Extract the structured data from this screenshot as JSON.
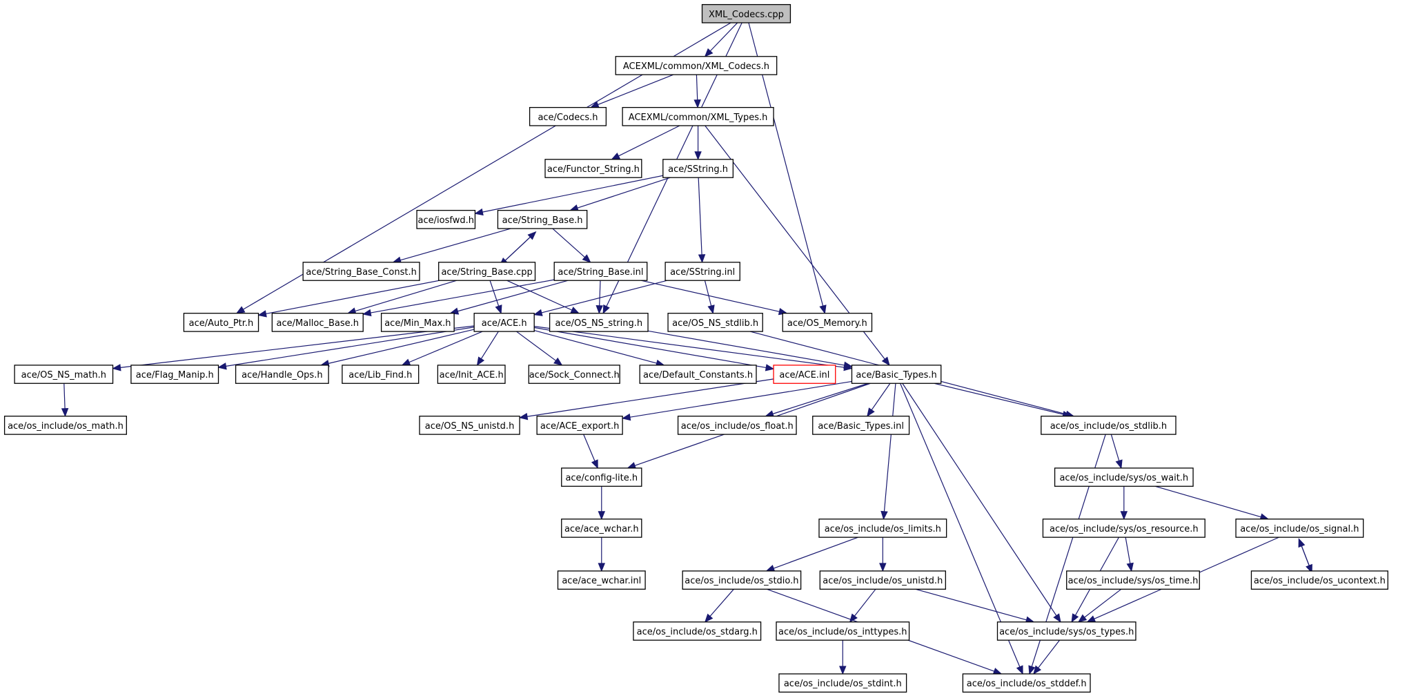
{
  "nodes": [
    {
      "id": "xml_codecs_cpp",
      "label": "XML_Codecs.cpp"
    },
    {
      "id": "acexml_xml_codecs_h",
      "label": "ACEXML/common/XML_Codecs.h"
    },
    {
      "id": "ace_codecs_h",
      "label": "ace/Codecs.h"
    },
    {
      "id": "acexml_xml_types_h",
      "label": "ACEXML/common/XML_Types.h"
    },
    {
      "id": "ace_functor_string_h",
      "label": "ace/Functor_String.h"
    },
    {
      "id": "ace_sstring_h",
      "label": "ace/SString.h"
    },
    {
      "id": "ace_iosfwd_h",
      "label": "ace/iosfwd.h"
    },
    {
      "id": "ace_string_base_h",
      "label": "ace/String_Base.h"
    },
    {
      "id": "ace_string_base_const_h",
      "label": "ace/String_Base_Const.h"
    },
    {
      "id": "ace_string_base_cpp",
      "label": "ace/String_Base.cpp"
    },
    {
      "id": "ace_string_base_inl",
      "label": "ace/String_Base.inl"
    },
    {
      "id": "ace_sstring_inl",
      "label": "ace/SString.inl"
    },
    {
      "id": "ace_auto_ptr_h",
      "label": "ace/Auto_Ptr.h"
    },
    {
      "id": "ace_malloc_base_h",
      "label": "ace/Malloc_Base.h"
    },
    {
      "id": "ace_min_max_h",
      "label": "ace/Min_Max.h"
    },
    {
      "id": "ace_ace_h",
      "label": "ace/ACE.h"
    },
    {
      "id": "ace_os_ns_string_h",
      "label": "ace/OS_NS_string.h"
    },
    {
      "id": "ace_os_ns_stdlib_h",
      "label": "ace/OS_NS_stdlib.h"
    },
    {
      "id": "ace_os_memory_h",
      "label": "ace/OS_Memory.h"
    },
    {
      "id": "ace_os_ns_math_h",
      "label": "ace/OS_NS_math.h"
    },
    {
      "id": "ace_flag_manip_h",
      "label": "ace/Flag_Manip.h"
    },
    {
      "id": "ace_handle_ops_h",
      "label": "ace/Handle_Ops.h"
    },
    {
      "id": "ace_lib_find_h",
      "label": "ace/Lib_Find.h"
    },
    {
      "id": "ace_init_ace_h",
      "label": "ace/Init_ACE.h"
    },
    {
      "id": "ace_sock_connect_h",
      "label": "ace/Sock_Connect.h"
    },
    {
      "id": "ace_default_constants_h",
      "label": "ace/Default_Constants.h"
    },
    {
      "id": "ace_ace_inl",
      "label": "ace/ACE.inl"
    },
    {
      "id": "ace_basic_types_h",
      "label": "ace/Basic_Types.h"
    },
    {
      "id": "os_math_h",
      "label": "ace/os_include/os_math.h"
    },
    {
      "id": "ace_os_ns_unistd_h",
      "label": "ace/OS_NS_unistd.h"
    },
    {
      "id": "ace_ace_export_h",
      "label": "ace/ACE_export.h"
    },
    {
      "id": "os_float_h",
      "label": "ace/os_include/os_float.h"
    },
    {
      "id": "ace_basic_types_inl",
      "label": "ace/Basic_Types.inl"
    },
    {
      "id": "os_stdlib_h",
      "label": "ace/os_include/os_stdlib.h"
    },
    {
      "id": "ace_config_lite_h",
      "label": "ace/config-lite.h"
    },
    {
      "id": "os_sys_wait_h",
      "label": "ace/os_include/sys/os_wait.h"
    },
    {
      "id": "ace_ace_wchar_h",
      "label": "ace/ace_wchar.h"
    },
    {
      "id": "os_limits_h",
      "label": "ace/os_include/os_limits.h"
    },
    {
      "id": "os_sys_resource_h",
      "label": "ace/os_include/sys/os_resource.h"
    },
    {
      "id": "os_signal_h",
      "label": "ace/os_include/os_signal.h"
    },
    {
      "id": "ace_ace_wchar_inl",
      "label": "ace/ace_wchar.inl"
    },
    {
      "id": "os_stdio_h",
      "label": "ace/os_include/os_stdio.h"
    },
    {
      "id": "os_unistd_h",
      "label": "ace/os_include/os_unistd.h"
    },
    {
      "id": "os_sys_time_h",
      "label": "ace/os_include/sys/os_time.h"
    },
    {
      "id": "os_ucontext_h",
      "label": "ace/os_include/os_ucontext.h"
    },
    {
      "id": "os_stdarg_h",
      "label": "ace/os_include/os_stdarg.h"
    },
    {
      "id": "os_inttypes_h",
      "label": "ace/os_include/os_inttypes.h"
    },
    {
      "id": "os_sys_types_h",
      "label": "ace/os_include/sys/os_types.h"
    },
    {
      "id": "os_stdint_h",
      "label": "ace/os_include/os_stdint.h"
    },
    {
      "id": "os_stddef_h",
      "label": "ace/os_include/os_stddef.h"
    }
  ],
  "edges": [
    [
      "xml_codecs_cpp",
      "acexml_xml_codecs_h"
    ],
    [
      "xml_codecs_cpp",
      "ace_auto_ptr_h"
    ],
    [
      "xml_codecs_cpp",
      "ace_os_ns_string_h"
    ],
    [
      "xml_codecs_cpp",
      "ace_os_memory_h"
    ],
    [
      "acexml_xml_codecs_h",
      "ace_codecs_h"
    ],
    [
      "acexml_xml_codecs_h",
      "acexml_xml_types_h"
    ],
    [
      "acexml_xml_types_h",
      "ace_functor_string_h"
    ],
    [
      "acexml_xml_types_h",
      "ace_sstring_h"
    ],
    [
      "acexml_xml_types_h",
      "ace_basic_types_h"
    ],
    [
      "ace_sstring_h",
      "ace_iosfwd_h"
    ],
    [
      "ace_sstring_h",
      "ace_string_base_h"
    ],
    [
      "ace_sstring_h",
      "ace_sstring_inl"
    ],
    [
      "ace_string_base_h",
      "ace_string_base_const_h"
    ],
    [
      "ace_string_base_h",
      "ace_string_base_cpp"
    ],
    [
      "ace_string_base_h",
      "ace_string_base_inl"
    ],
    [
      "ace_string_base_cpp",
      "ace_string_base_h"
    ],
    [
      "ace_string_base_cpp",
      "ace_auto_ptr_h"
    ],
    [
      "ace_string_base_cpp",
      "ace_malloc_base_h"
    ],
    [
      "ace_string_base_cpp",
      "ace_ace_h"
    ],
    [
      "ace_string_base_cpp",
      "ace_os_ns_string_h"
    ],
    [
      "ace_string_base_inl",
      "ace_malloc_base_h"
    ],
    [
      "ace_string_base_inl",
      "ace_min_max_h"
    ],
    [
      "ace_string_base_inl",
      "ace_os_ns_string_h"
    ],
    [
      "ace_string_base_inl",
      "ace_os_memory_h"
    ],
    [
      "ace_sstring_inl",
      "ace_ace_h"
    ],
    [
      "ace_sstring_inl",
      "ace_os_ns_stdlib_h"
    ],
    [
      "ace_ace_h",
      "ace_os_ns_math_h"
    ],
    [
      "ace_ace_h",
      "ace_flag_manip_h"
    ],
    [
      "ace_ace_h",
      "ace_handle_ops_h"
    ],
    [
      "ace_ace_h",
      "ace_lib_find_h"
    ],
    [
      "ace_ace_h",
      "ace_init_ace_h"
    ],
    [
      "ace_ace_h",
      "ace_sock_connect_h"
    ],
    [
      "ace_ace_h",
      "ace_default_constants_h"
    ],
    [
      "ace_ace_h",
      "ace_ace_inl"
    ],
    [
      "ace_ace_h",
      "ace_basic_types_h"
    ],
    [
      "ace_os_ns_string_h",
      "ace_basic_types_h"
    ],
    [
      "ace_os_ns_stdlib_h",
      "os_stdlib_h"
    ],
    [
      "ace_os_ns_math_h",
      "os_math_h"
    ],
    [
      "ace_ace_inl",
      "ace_os_ns_unistd_h"
    ],
    [
      "ace_basic_types_h",
      "ace_ace_export_h"
    ],
    [
      "ace_basic_types_h",
      "ace_config_lite_h"
    ],
    [
      "ace_basic_types_h",
      "os_float_h"
    ],
    [
      "ace_basic_types_h",
      "ace_basic_types_inl"
    ],
    [
      "ace_basic_types_h",
      "os_stdlib_h"
    ],
    [
      "ace_basic_types_h",
      "os_limits_h"
    ],
    [
      "ace_basic_types_h",
      "os_sys_types_h"
    ],
    [
      "ace_basic_types_h",
      "os_stddef_h"
    ],
    [
      "ace_ace_export_h",
      "ace_config_lite_h"
    ],
    [
      "ace_config_lite_h",
      "ace_ace_wchar_h"
    ],
    [
      "ace_ace_wchar_h",
      "ace_ace_wchar_inl"
    ],
    [
      "os_stdlib_h",
      "os_sys_wait_h"
    ],
    [
      "os_stdlib_h",
      "os_stddef_h"
    ],
    [
      "os_sys_wait_h",
      "os_sys_resource_h"
    ],
    [
      "os_sys_wait_h",
      "os_signal_h"
    ],
    [
      "os_sys_resource_h",
      "os_sys_time_h"
    ],
    [
      "os_sys_resource_h",
      "os_sys_types_h"
    ],
    [
      "os_sys_time_h",
      "os_sys_types_h"
    ],
    [
      "os_signal_h",
      "os_ucontext_h"
    ],
    [
      "os_signal_h",
      "os_sys_types_h"
    ],
    [
      "os_ucontext_h",
      "os_signal_h"
    ],
    [
      "os_limits_h",
      "os_stdio_h"
    ],
    [
      "os_limits_h",
      "os_unistd_h"
    ],
    [
      "os_stdio_h",
      "os_stdarg_h"
    ],
    [
      "os_stdio_h",
      "os_stddef_h"
    ],
    [
      "os_unistd_h",
      "os_inttypes_h"
    ],
    [
      "os_unistd_h",
      "os_sys_types_h"
    ],
    [
      "os_inttypes_h",
      "os_stdint_h"
    ],
    [
      "os_sys_types_h",
      "os_stddef_h"
    ]
  ],
  "root_node": "xml_codecs_cpp",
  "highlighted_node": "ace_ace_inl",
  "colors": {
    "edge": "#191970",
    "node_border": "#000000",
    "root_fill": "#bfbfbf",
    "highlight_border": "#ff0000"
  }
}
